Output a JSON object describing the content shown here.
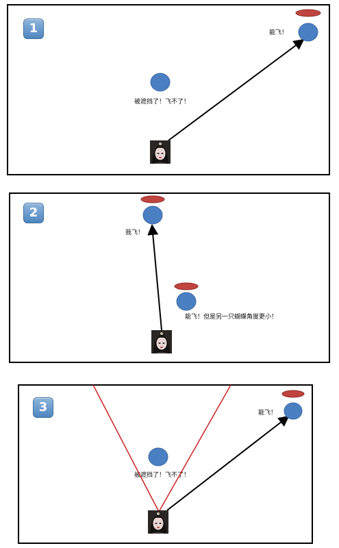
{
  "panel1": {
    "badge": "1",
    "blocked_label": "被遮挡了！飞不了！",
    "can_fly_label": "能飞！"
  },
  "panel2": {
    "badge": "2",
    "fly_label": "我飞！",
    "other_label": "能飞！但是另一只蝴蝶角度更小！"
  },
  "panel3": {
    "badge": "3",
    "blocked_label": "被遮挡了！飞不了！",
    "can_fly_label": "能飞！"
  },
  "colors": {
    "butterfly_body": "#4a7fc1",
    "butterfly_wing": "#c0443f",
    "vision_cone": "#cc2222",
    "border": "#000000"
  },
  "icons": {
    "avatar": "girl-avatar-icon",
    "butterfly": "butterfly-icon"
  }
}
